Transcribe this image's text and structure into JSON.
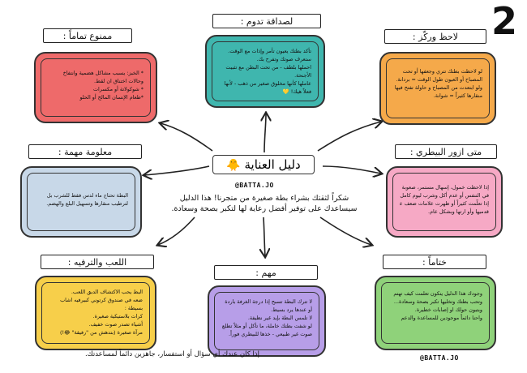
{
  "page_number": "2",
  "center": {
    "title": "دليل العناية",
    "icon": "chick-icon",
    "handle": "@BATTA.JO",
    "description_lines": [
      "شكراً لثقتك بشراء بطة صغيرة من متجرنا! هذا الدليل",
      "سيساعدك على توفير أفضل رعاية لها لتكبر بصحة وسعادة."
    ]
  },
  "boxes": {
    "friendship": {
      "label": "لصداقة تدوم :",
      "color": "#3fb6ae",
      "lines": [
        "تأكد بطتك يعيون تأمر وإذات مع الوقت.",
        "ستعرف صوتك وتفرح بك.",
        "احملها بلطف - من تحت البطن مع تثبيت",
        "الأجنحة.",
        "عاملها كأنها مخلوق صغير من ذهب - لأنها",
        "فعلاً هيك! 💛"
      ]
    },
    "forbidden": {
      "label": "ممنوع تماماً :",
      "color": "#ee6a6a",
      "lines": [
        "* الخبز: يسبب مشاكل هضمية وانتفاخ",
        "وحالات اختناق ان لقط.",
        "* شوكولاتة أو مكسرات",
        "*طعام الإنسان المالح أو الحلو"
      ]
    },
    "observe": {
      "label": "لاحظ وركّز :",
      "color": "#f5a94a",
      "lines": [
        "لو لاحظت بطتك تتري وجعفها أو تحت",
        "المصباح أو العيون طول الوقت = بردانة.",
        "ولو ابتعدت من المصباح و حاولة تفتح فيها أو",
        "منقارها كثيراً = شوانة."
      ]
    },
    "info": {
      "label": "معلومة مهمة :",
      "color": "#c8d8e8",
      "lines": [
        "البطة تحتاج ماء لدس فقط للشرب بل",
        "لترطيب منقارها وتسهيل البلع والهضم."
      ]
    },
    "vet": {
      "label": "متى ازور البيطري :",
      "color": "#f6a9c5",
      "lines": [
        "إذا لاحظت خمول، إسهال مستمر، صعوبة",
        "في التنفس أو عدم أكل وشرب ليوم كامل",
        "إذا تعلّمت كثيراً أو ظهرت علامات ضعف على",
        "قدميها وأو ارتها وبشكل عام."
      ]
    },
    "play": {
      "label": "اللعب والترفيه :",
      "color": "#f7cf4a",
      "lines": [
        "البط يحب الاكتشاف الدبق اللعب.",
        "ضعه في صندوق كرتوني كبيرفيه اشاب",
        "بسيطة :",
        "كرات بلاستيكية صغيرة.",
        "أشياء تصدر صوت خفيف.",
        "مرآة صغيرة (بتدهش من \"رفيقة\" 😂!)"
      ]
    },
    "important": {
      "label": "مهم :",
      "color": "#b79ee8",
      "lines": [
        "لا تترك البطة تسبح إذا درجة الغرفة باردة",
        "أو عندها يرد بسيط.",
        "لا تلمس البطة بإيد غير نظيفة.",
        "لو شفت بطتك خاملة، ما تأكل أو مثلاً تطلع",
        "صوت غير طبيعي - خذها للبيطري فوراً."
      ]
    },
    "closing": {
      "label": "ختاماً :",
      "color": "#8fd27a",
      "lines": [
        "وجودك هذا الدليل يتكون تعلمت كيف تهتم",
        "وتحب بطتك وتخليها تكبر بصحة وسعادة...",
        "وبتبون حولك او إصابات خطيرة.",
        "",
        "واحنا دائماً موجودين للمساعدة والدعم"
      ]
    }
  },
  "bottom_handle": "@BATTA.JO",
  "footer": "إذا كان عندك أي سؤال أو استفسار، جاهزين دائماً لمساعدتك."
}
